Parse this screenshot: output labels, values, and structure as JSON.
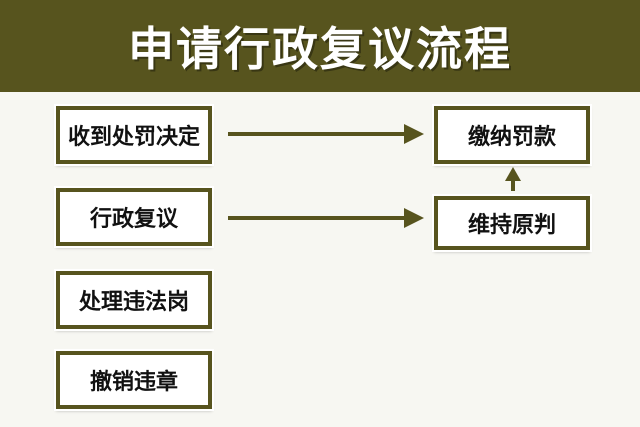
{
  "header": {
    "title": "申请行政复议流程"
  },
  "flow": {
    "left_steps": [
      "收到处罚决定",
      "行政复议",
      "处理违法岗",
      "撤销违章"
    ],
    "pay_fine": "缴纳罚款",
    "uphold": "维持原判"
  },
  "colors": {
    "accent": "#57541e",
    "background": "#f7f7f2",
    "box_fill": "#ffffff",
    "text": "#111111"
  }
}
